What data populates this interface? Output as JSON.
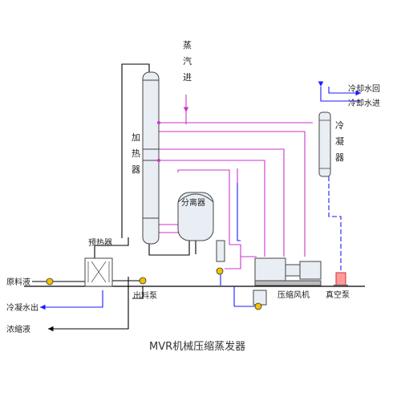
{
  "diagram": {
    "caption": "MVR机械压缩蒸发器",
    "labels": {
      "steam_in": [
        "蒸",
        "汽",
        "进"
      ],
      "heater": [
        "加",
        "热",
        "器"
      ],
      "condenser": [
        "冷",
        "凝",
        "器"
      ],
      "cooling_water_return": "冷却水回",
      "cooling_water_in": "冷却水进",
      "separator": "分离器",
      "preheater": "预热器",
      "raw_liquid": "原料液",
      "discharge_pump": "出料泵",
      "condensate_out": "冷凝水出",
      "concentrate": "浓缩液",
      "compressor_fan": "压缩风机",
      "vacuum_pump": "真空泵"
    },
    "colors": {
      "black_pipe": "#000000",
      "steam_pipe": "#cc33cc",
      "water_pipe": "#1a1aff",
      "pump_fill": "#f2c200",
      "equipment_fill": "#e9eef5",
      "equipment_stroke": "#444444"
    }
  }
}
